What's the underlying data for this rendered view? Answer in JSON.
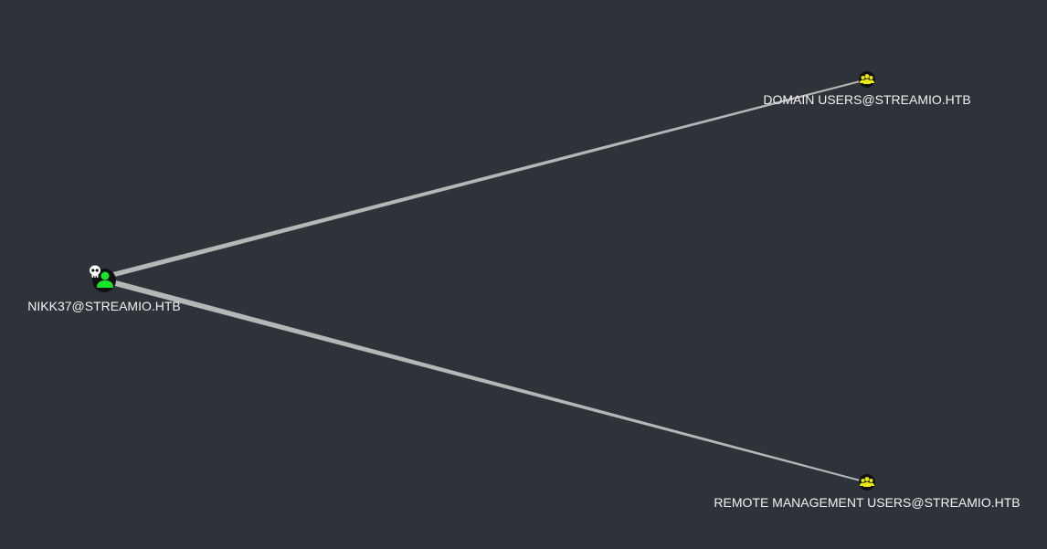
{
  "graph": {
    "nodes": [
      {
        "id": "user",
        "type": "user",
        "label": "NIKK37@STREAMIO.HTB",
        "owned": true,
        "icon": "user-icon",
        "badge_icon": "skull-icon"
      },
      {
        "id": "domain-users",
        "type": "group",
        "label": "DOMAIN USERS@STREAMIO.HTB",
        "icon": "group-icon"
      },
      {
        "id": "remote-mgmt",
        "type": "group",
        "label": "REMOTE MANAGEMENT USERS@STREAMIO.HTB",
        "icon": "group-icon"
      }
    ],
    "edges": [
      {
        "source": "user",
        "target": "domain-users"
      },
      {
        "source": "user",
        "target": "remote-mgmt"
      }
    ]
  },
  "colors": {
    "background": "#2e333a",
    "edge": "#c4c4c4",
    "user_icon": "#18e62a",
    "group_icon": "#e8e812",
    "node_ring": "#111111",
    "label_text": "#f2f2f2"
  }
}
